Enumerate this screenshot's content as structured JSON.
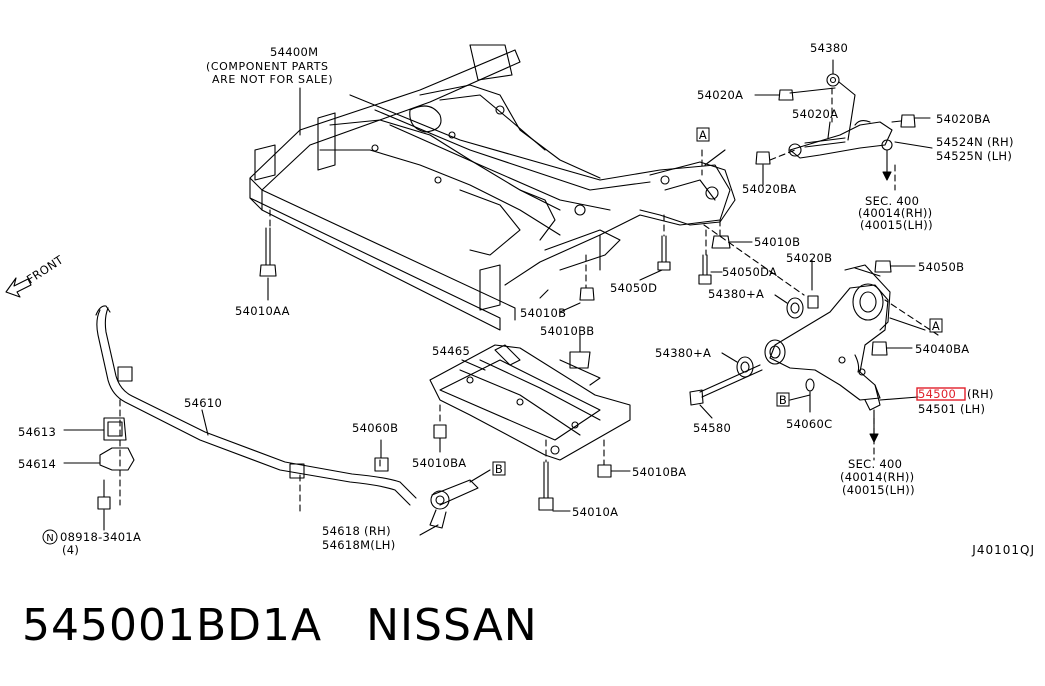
{
  "footer": {
    "part_number": "545001BD1A",
    "brand": "NISSAN"
  },
  "diagram_ref": "J40101QJ",
  "front_label": "FRONT",
  "labels": {
    "l54400M": "54400M",
    "note1": "(COMPONENT PARTS",
    "note2": "ARE NOT FOR SALE)",
    "l54380": "54380",
    "l54020A_1": "54020A",
    "l54020A_2": "54020A",
    "l54020BA_1": "54020BA",
    "l54020BA_2": "54020BA",
    "l54524N": "54524N (RH)",
    "l54525N": "54525N (LH)",
    "sec400_1": "SEC. 400",
    "sec400_1a": "(40014(RH))",
    "sec400_1b": "(40015(LH))",
    "l54010B_1": "54010B",
    "l54050DA": "54050DA",
    "l54020B": "54020B",
    "l54050B": "54050B",
    "l54380A_1": "54380+A",
    "l54050D": "54050D",
    "l54010AA": "54010AA",
    "l54010B_2": "54010B",
    "l54010BB": "54010BB",
    "l54465": "54465",
    "l54380A_2": "54380+A",
    "l54040BA": "54040BA",
    "l54500": "54500",
    "l54500_rh": "(RH)",
    "l54501": "54501 (LH)",
    "l54580": "54580",
    "l54060C": "54060C",
    "sec400_2": "SEC. 400",
    "sec400_2a": "(40014(RH))",
    "sec400_2b": "(40015(LH))",
    "l54610": "54610",
    "l54613": "54613",
    "l54614": "54614",
    "l08918": "08918-3401A",
    "l08918_qty": "(4)",
    "l54060B": "54060B",
    "l54010BA_1": "54010BA",
    "l54010BA_2": "54010BA",
    "l54010A": "54010A",
    "l54618": "54618 (RH)",
    "l54618M": "54618M(LH)",
    "tagA1": "A",
    "tagA2": "A",
    "tagB1": "B",
    "tagB2": "B",
    "circN": "N"
  },
  "colors": {
    "ink": "#000000",
    "highlight": "#e0202a"
  }
}
